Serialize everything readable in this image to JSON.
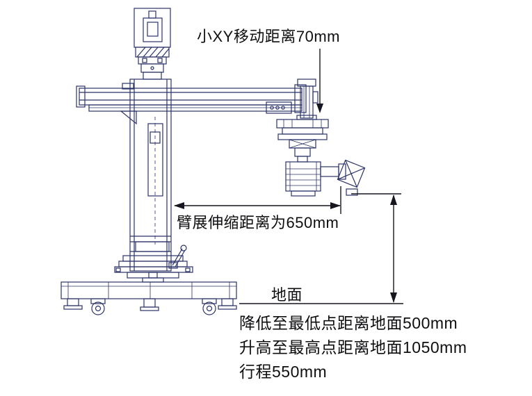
{
  "diagram": {
    "type": "engineering-dimension-diagram",
    "labels": {
      "xy_move": "小XY移动距离70mm",
      "arm_extension": "臂展伸缩距离为650mm",
      "ground": "地面",
      "note_lowest": "降低至最低点距离地面500mm",
      "note_highest": "升高至最高点距离地面1050mm",
      "note_stroke": "行程550mm"
    },
    "dimensions": {
      "xy_travel_mm": 70,
      "arm_extension_mm": 650,
      "lowest_point_above_ground_mm": 500,
      "highest_point_above_ground_mm": 1050,
      "stroke_mm": 550
    },
    "colors": {
      "machine_line": "#2b3268",
      "dimension_line": "#15161f",
      "text": "#0f0f12",
      "background": "#ffffff"
    }
  }
}
